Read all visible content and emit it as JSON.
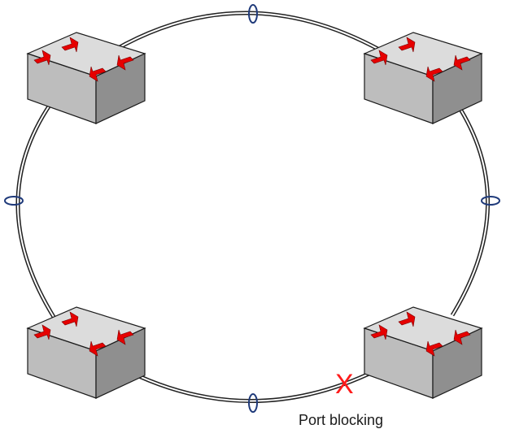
{
  "labels": {
    "blocked_port": "Port blocking",
    "blocked_marker": "X"
  },
  "switches": [
    {
      "name": "switch-top-left",
      "icon": "network-switch-icon"
    },
    {
      "name": "switch-top-right",
      "icon": "network-switch-icon"
    },
    {
      "name": "switch-bottom-left",
      "icon": "network-switch-icon"
    },
    {
      "name": "switch-bottom-right",
      "icon": "network-switch-icon"
    }
  ],
  "colors": {
    "switch_top": "#dcdcdc",
    "switch_front": "#b8b8b8",
    "switch_side": "#8f8f8f",
    "arrow": "#e60000",
    "link": "#222222",
    "link_marker": "#1f3a7a",
    "blocked": "#ff1a1a"
  }
}
